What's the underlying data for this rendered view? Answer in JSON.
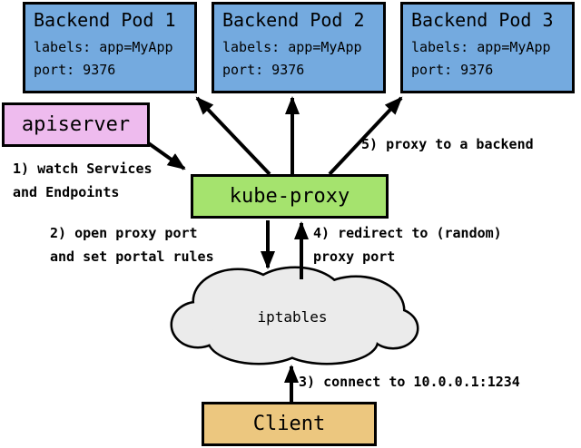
{
  "diagram": {
    "pods": [
      {
        "title": "Backend Pod 1",
        "labels_line": "labels: app=MyApp",
        "port_line": "port: 9376"
      },
      {
        "title": "Backend Pod 2",
        "labels_line": "labels: app=MyApp",
        "port_line": "port: 9376"
      },
      {
        "title": "Backend Pod 3",
        "labels_line": "labels: app=MyApp",
        "port_line": "port: 9376"
      }
    ],
    "apiserver_label": "apiserver",
    "kube_proxy_label": "kube-proxy",
    "iptables_label": "iptables",
    "client_label": "Client",
    "steps": {
      "step1_line1": "1) watch Services",
      "step1_line2": "and Endpoints",
      "step2_line1": "2) open proxy port",
      "step2_line2": "and set portal rules",
      "step3": "3) connect to 10.0.0.1:1234",
      "step4_line1": "4) redirect to (random)",
      "step4_line2": "proxy port",
      "step5": "5) proxy to a backend"
    },
    "colors": {
      "pod_fill": "#74aadf",
      "apiserver_fill": "#eebbee",
      "kube_proxy_fill": "#a5e36e",
      "iptables_fill": "#ebebeb",
      "client_fill": "#ecc77f",
      "arrow_and_border": "#000000"
    }
  }
}
